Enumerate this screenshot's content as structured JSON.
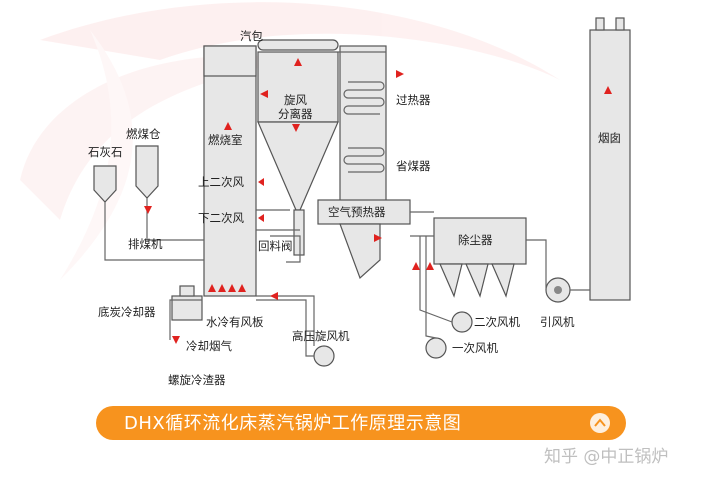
{
  "labels": {
    "drum": "汽包",
    "coal_bin": "燃煤仓",
    "limestone": "石灰石",
    "combustion_chamber": "燃烧室",
    "cyclone": "旋风\n分离器",
    "superheater": "过热器",
    "economizer": "省煤器",
    "upper_secondary_air": "上二次风",
    "lower_secondary_air": "下二次风",
    "air_preheater": "空气预热器",
    "coal_feeder": "排煤机",
    "return_valve": "回料阀",
    "dust_collector": "除尘器",
    "chimney": "烟囱",
    "ash_cooler": "底炭冷却器",
    "water_cooled_plate": "水冷有风板",
    "cooling_flue": "冷却烟气",
    "hp_fan": "高压旋风机",
    "secondary_fan": "二次风机",
    "primary_fan": "一次风机",
    "id_fan": "引风机",
    "screw_cooler": "螺旋冷渣器"
  },
  "banner": {
    "title": "DHX循环流化床蒸汽锅炉工作原理示意图",
    "icon": "chevron-up-icon"
  },
  "watermark": "知乎 @中正锅炉",
  "colors": {
    "arrow": "#e0221f",
    "banner": "#f7931e",
    "equipment": "#e7e7e7"
  }
}
